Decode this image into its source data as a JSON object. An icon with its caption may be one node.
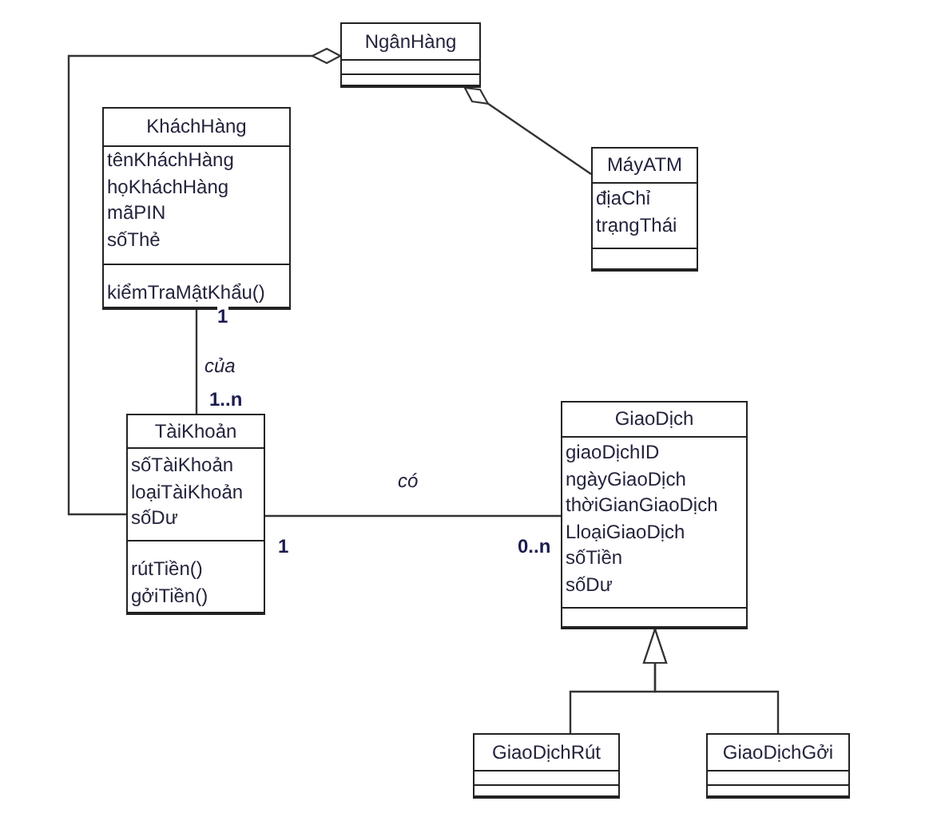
{
  "diagram": {
    "nodes": [
      {
        "text": [
          "NgânHàng"
        ]
      },
      {
        "text": [
          "KháchHàng",
          "tênKháchHàng",
          "họKháchHàng",
          "mãPIN",
          "sốThẻ",
          "kiểmTraMậtKhẩu()"
        ]
      },
      {
        "text": [
          "MáyATM",
          "địaChỉ",
          "trạngThái"
        ]
      },
      {
        "text": [
          "TàiKhoản",
          "sốTàiKhoản",
          "loạiTàiKhoản",
          "sốDư",
          "rútTiền()",
          "gởiTiền()"
        ]
      },
      {
        "text": [
          "GiaoDịch",
          "giaoDịchID",
          "ngàyGiaoDịch",
          "thờiGianGiaoDịch",
          "LloạiGiaoDịch",
          "sốTiền",
          "sốDư"
        ]
      },
      {
        "text": [
          "GiaoDịchRút"
        ]
      },
      {
        "text": [
          "GiaoDịchGởi"
        ]
      }
    ],
    "edges": [
      {
        "from": 0,
        "to": 3,
        "arrow": "other"
      },
      {
        "from": 0,
        "to": 2,
        "arrow": "other"
      },
      {
        "from": 1,
        "to": 3,
        "arrow": "none",
        "label": "của"
      },
      {
        "from": 3,
        "to": 4,
        "arrow": "none",
        "label": "có"
      },
      {
        "from": 5,
        "to": 4,
        "arrow": "to"
      },
      {
        "from": 6,
        "to": 4,
        "arrow": "to"
      }
    ],
    "labels": [
      "1",
      "1..n",
      "1",
      "0..n"
    ]
  }
}
